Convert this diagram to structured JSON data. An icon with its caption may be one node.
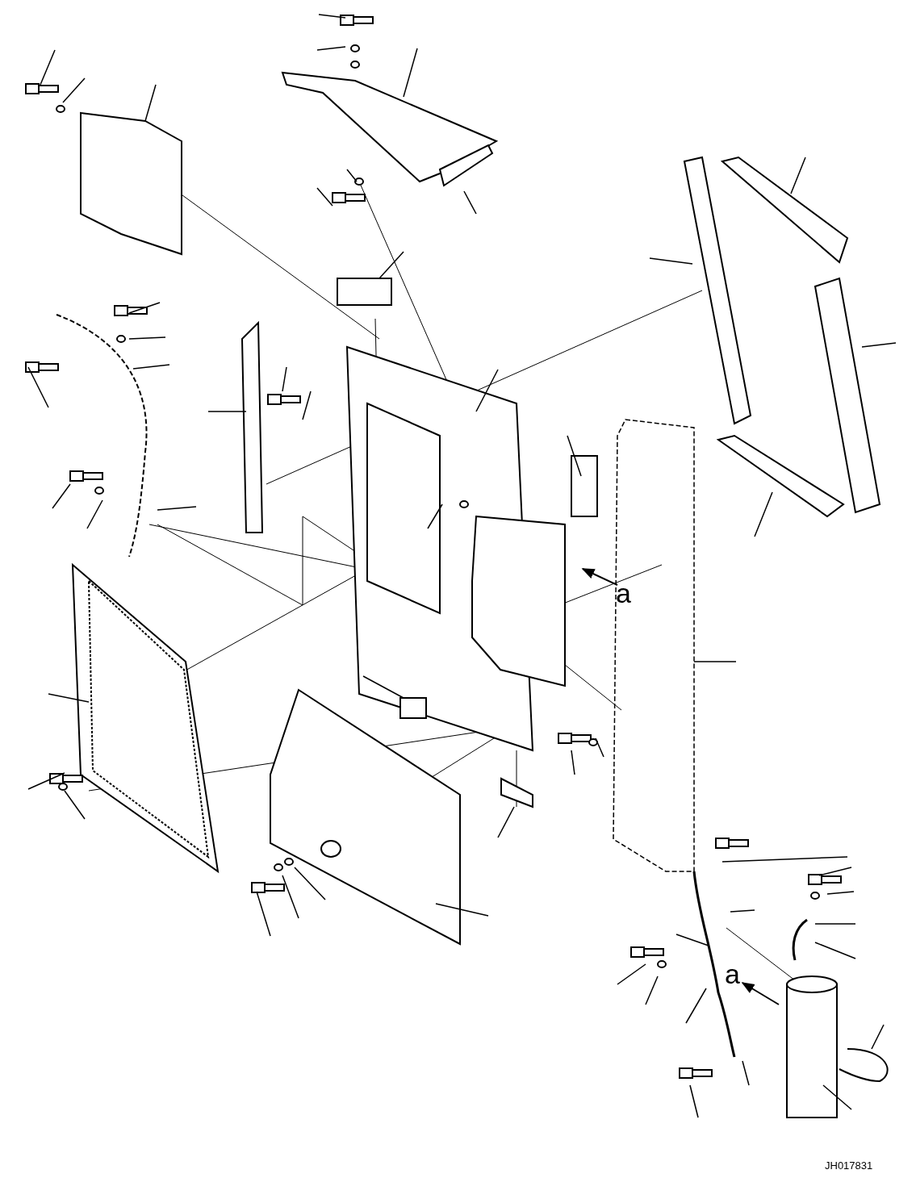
{
  "diagram": {
    "labels": [
      "a",
      "a",
      "JH017831"
    ]
  }
}
